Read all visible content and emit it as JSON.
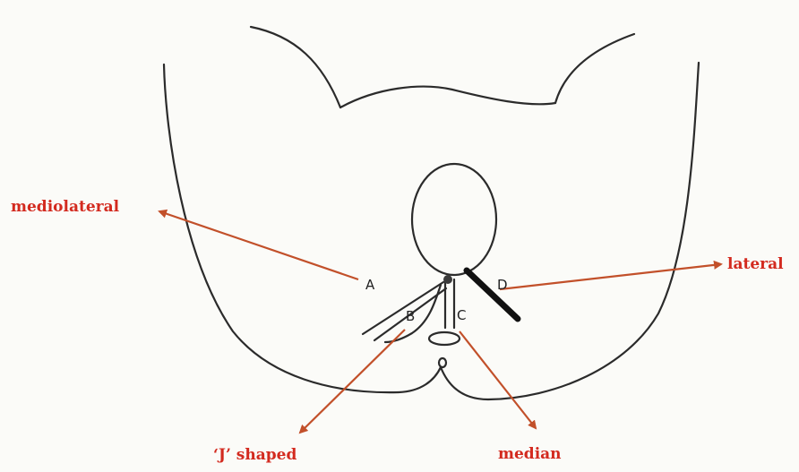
{
  "labels": {
    "mediolateral": "mediolateral",
    "lateral": "lateral",
    "j_shaped": "‘J’ shaped",
    "median": "median",
    "a": "A",
    "b": "B",
    "c": "C",
    "d": "D"
  },
  "colors": {
    "label_red": "#d32a1f",
    "arrow_brown": "#c2502a",
    "sketch_ink": "#2b2b2b",
    "paper": "#fbfbf8"
  }
}
